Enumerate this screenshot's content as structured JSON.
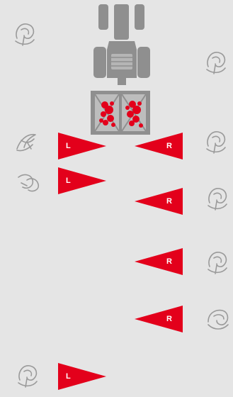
{
  "colors": {
    "background": "#e5e5e5",
    "vehicle": "#8f8f8f",
    "marker": "#e3001b",
    "plant_outline": "#9a9a9a",
    "label_text": "#ffffff"
  },
  "tractor": {
    "icon": "tractor-top-view-icon"
  },
  "implement": {
    "icon": "dual-section-applicator-icon",
    "sections": 2
  },
  "plants": [
    {
      "icon": "plant-icon"
    },
    {
      "icon": "plant-icon"
    },
    {
      "icon": "plant-icon"
    },
    {
      "icon": "plant-icon"
    },
    {
      "icon": "plant-icon"
    },
    {
      "icon": "plant-icon"
    },
    {
      "icon": "plant-icon"
    },
    {
      "icon": "plant-icon"
    },
    {
      "icon": "plant-icon"
    },
    {
      "icon": "plant-icon"
    }
  ],
  "markers": [
    {
      "side": "left",
      "label": "L"
    },
    {
      "side": "right",
      "label": "R"
    },
    {
      "side": "left",
      "label": "L"
    },
    {
      "side": "right",
      "label": "R"
    },
    {
      "side": "right",
      "label": "R"
    },
    {
      "side": "right",
      "label": "R"
    },
    {
      "side": "left",
      "label": "L"
    }
  ]
}
